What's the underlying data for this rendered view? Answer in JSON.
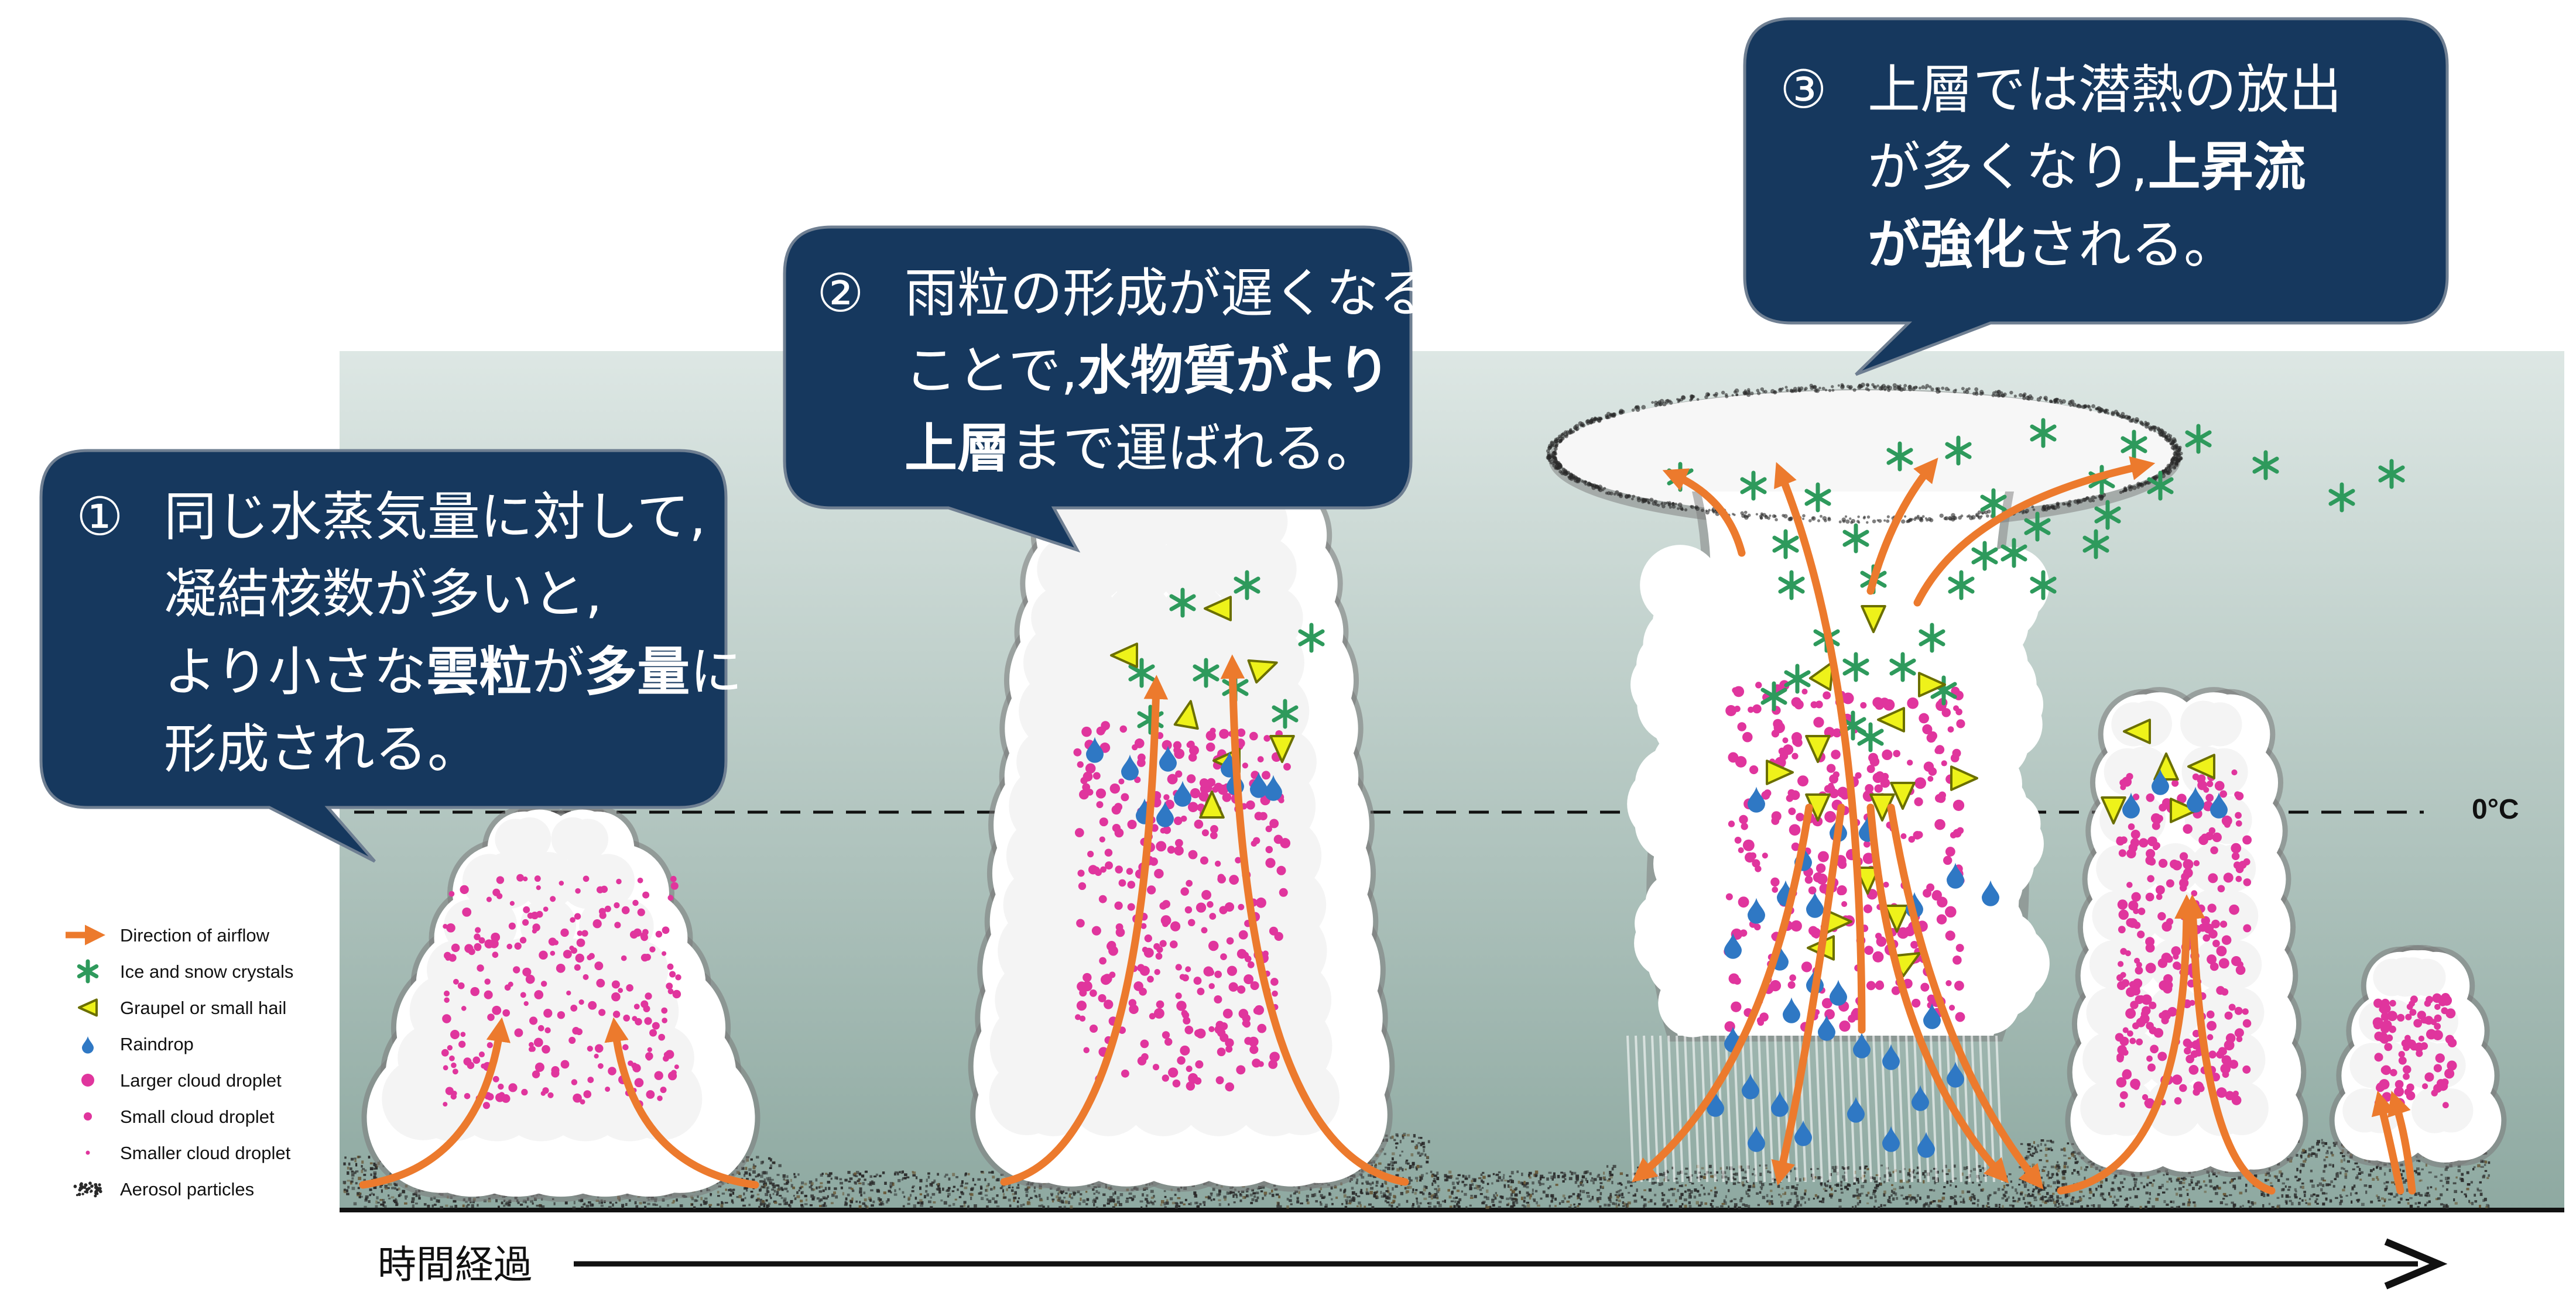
{
  "callouts": {
    "c1": {
      "number": "①",
      "lines": [
        [
          {
            "t": "同じ水蒸気量に対して,",
            "b": false
          }
        ],
        [
          {
            "t": "凝結核数が多いと,",
            "b": false
          }
        ],
        [
          {
            "t": "より小さな",
            "b": false
          },
          {
            "t": "雲粒",
            "b": true
          },
          {
            "t": "が",
            "b": false
          },
          {
            "t": "多量",
            "b": true
          },
          {
            "t": "に",
            "b": false
          }
        ],
        [
          {
            "t": "形成される。",
            "b": false
          }
        ]
      ]
    },
    "c2": {
      "number": "②",
      "lines": [
        [
          {
            "t": "雨粒の形成が遅くなる",
            "b": false
          }
        ],
        [
          {
            "t": "ことで,",
            "b": false
          },
          {
            "t": "水物質がより",
            "b": true
          }
        ],
        [
          {
            "t": "上層",
            "b": true
          },
          {
            "t": "まで運ばれる。",
            "b": false
          }
        ]
      ]
    },
    "c3": {
      "number": "③",
      "lines": [
        [
          {
            "t": "上層では潜熱の放出",
            "b": false
          }
        ],
        [
          {
            "t": "が多くなり,",
            "b": false
          },
          {
            "t": "上昇流",
            "b": true
          }
        ],
        [
          {
            "t": "が強化",
            "b": true
          },
          {
            "t": "される。",
            "b": false
          }
        ]
      ]
    }
  },
  "legend": [
    {
      "key": "airflow",
      "label": "Direction of airflow"
    },
    {
      "key": "ice",
      "label": "Ice and snow crystals"
    },
    {
      "key": "graupel",
      "label": "Graupel or small hail"
    },
    {
      "key": "raindrop",
      "label": "Raindrop"
    },
    {
      "key": "large",
      "label": "Larger cloud droplet"
    },
    {
      "key": "small",
      "label": "Small cloud droplet"
    },
    {
      "key": "smaller",
      "label": "Smaller cloud droplet"
    },
    {
      "key": "aerosol",
      "label": "Aerosol particles"
    }
  ],
  "freezing_level_label": "0°C",
  "time_axis_label": "時間経過",
  "colors": {
    "callout_fill": "#16385e",
    "callout_stroke": "#6f7f92",
    "airflow": "#ec7a2d",
    "ice": "#2e9a5c",
    "graupel_fill": "#eef21a",
    "graupel_stroke": "#6b6f00",
    "raindrop": "#2f78c4",
    "droplet": "#e0359d",
    "sky_top": "#dde7e4",
    "sky_bottom": "#8ea9a1",
    "cloud": "#ffffff",
    "aerosol": "#2a2a2a"
  }
}
